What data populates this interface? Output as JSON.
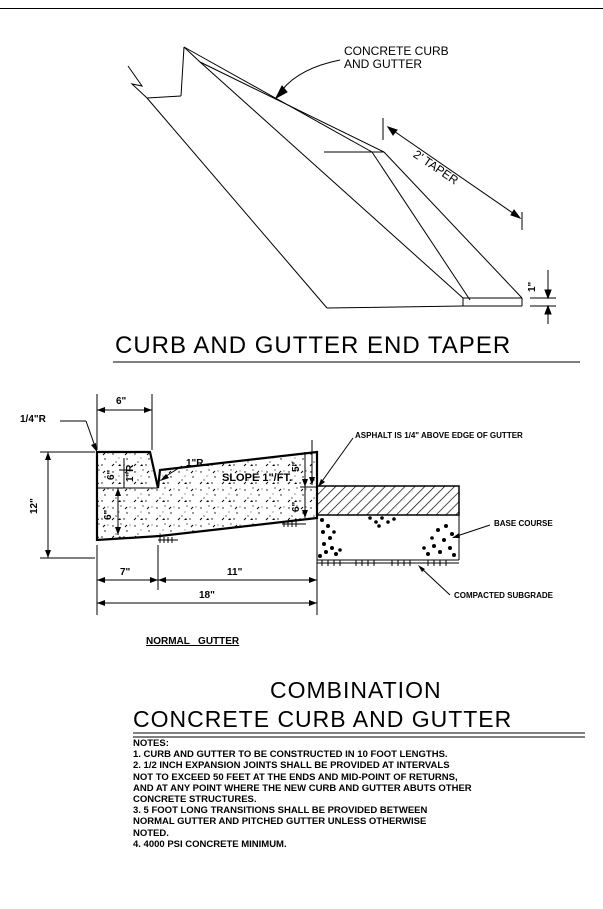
{
  "taper_view": {
    "callout_curb": "CONCRETE CURB",
    "callout_curb_line2": "AND GUTTER",
    "taper_label": "2' TAPER",
    "height_dim": "1\"",
    "title": "CURB AND GUTTER END TAPER"
  },
  "section_view": {
    "radius_top": "1/4\"R",
    "dim_top_width": "6\"",
    "dim_total_height": "12\"",
    "dim_curb_face": "6\"",
    "dim_curb_back": "6\"",
    "radius_flowline": "1\"R",
    "radius_small": "1\"R",
    "slope": "SLOPE 1\"/FT.",
    "dim_gutter_rise": "5\"",
    "dim_gutter_edge": "6\"",
    "asphalt_note": "ASPHALT IS 1/4\" ABOVE EDGE OF GUTTER",
    "base_course": "BASE COURSE",
    "compacted_subgrade": "COMPACTED SUBGRADE",
    "dim_curb_base": "7\"",
    "dim_gutter_width": "11\"",
    "dim_total_width": "18\"",
    "subtitle": "NORMAL   GUTTER"
  },
  "title_block": {
    "line1": "COMBINATION",
    "line2": "CONCRETE CURB AND GUTTER"
  },
  "notes": [
    "NOTES:",
    "1. CURB AND GUTTER TO BE CONSTRUCTED IN 10 FOOT LENGTHS.",
    "2. 1/2 INCH EXPANSION JOINTS SHALL BE PROVIDED AT INTERVALS",
    "NOT TO EXCEED 50 FEET AT THE ENDS AND MID-POINT OF RETURNS,",
    "AND AT ANY POINT WHERE THE NEW CURB AND GUTTER ABUTS OTHER",
    "CONCRETE STRUCTURES.",
    "3. 5 FOOT LONG TRANSITIONS SHALL BE PROVIDED BETWEEN",
    "NORMAL GUTTER AND PITCHED GUTTER UNLESS OTHERWISE",
    "NOTED.",
    "4. 4000 PSI CONCRETE MINIMUM."
  ]
}
